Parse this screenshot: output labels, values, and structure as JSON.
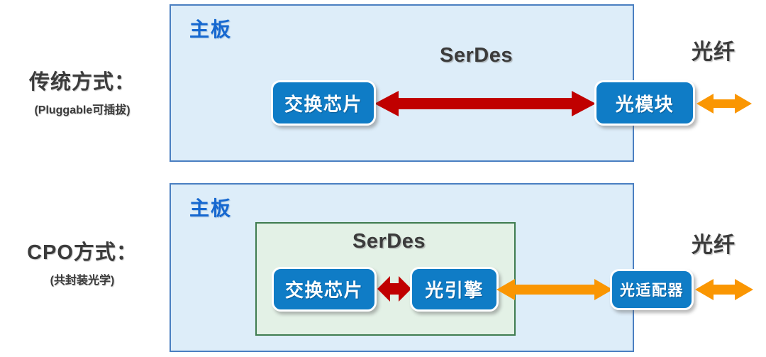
{
  "diagram": {
    "title_hidden": "",
    "colors": {
      "panel_fill": "#ddedf9",
      "panel_border": "#4a7fc1",
      "serdes_panel_fill": "#e3f1e6",
      "serdes_panel_border": "#3f7c50",
      "chip_blue": "#0f7cc6",
      "arrow_red": "#c00000",
      "arrow_orange": "#fa9602",
      "text_dark": "#3b3b3b",
      "title_blue": "#1668d0"
    },
    "rows": [
      {
        "id": "traditional",
        "label_main": "传统方式：",
        "label_sub": "(Pluggable可插拔)",
        "panel_title": "主板",
        "serdes_label": "SerDes",
        "fiber_label": "光纤",
        "boxes": [
          {
            "id": "switch-chip",
            "label": "交换芯片"
          },
          {
            "id": "optical-module",
            "label": "光模块"
          }
        ],
        "arrows": [
          {
            "id": "serdes-link",
            "style": "double",
            "color": "#c00000"
          },
          {
            "id": "fiber-link",
            "style": "double",
            "color": "#fa9602"
          }
        ]
      },
      {
        "id": "cpo",
        "label_main": "CPO方式：",
        "label_sub": "(共封装光学)",
        "panel_title": "主板",
        "serdes_label": "SerDes",
        "fiber_label": "光纤",
        "boxes": [
          {
            "id": "switch-chip",
            "label": "交换芯片"
          },
          {
            "id": "optical-engine",
            "label": "光引擎"
          },
          {
            "id": "optical-adapter",
            "label": "光适配器"
          }
        ],
        "arrows": [
          {
            "id": "serdes-link-short",
            "style": "double",
            "color": "#c00000"
          },
          {
            "id": "engine-adapter-link",
            "style": "double",
            "color": "#fa9602"
          },
          {
            "id": "adapter-fiber-link",
            "style": "double",
            "color": "#fa9602"
          }
        ]
      }
    ]
  }
}
